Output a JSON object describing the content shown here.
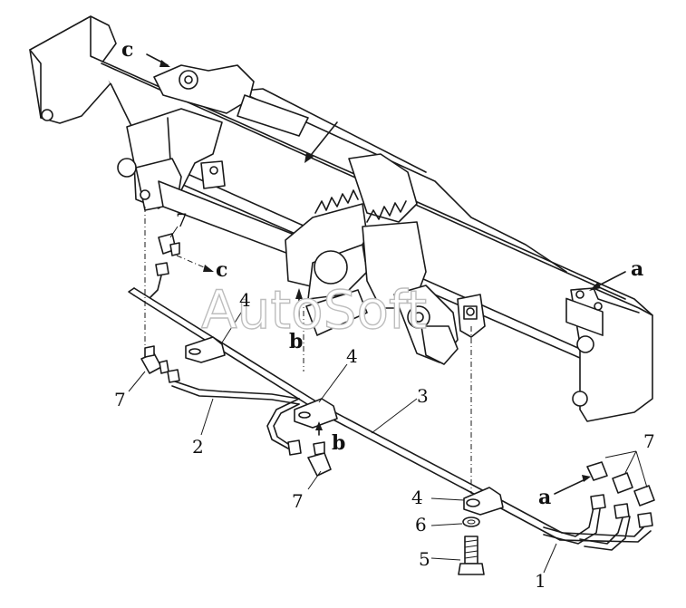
{
  "diagram": {
    "watermark": "AutoSoft",
    "callouts": {
      "c_top": "c",
      "c_mid": "c",
      "a_right": "a",
      "a_bottom": "a",
      "b_center": "b",
      "b_lower": "b"
    },
    "part_numbers": {
      "n7_top": "7",
      "n7_left": "7",
      "n7_bottom": "7",
      "n7_right": "7",
      "n4_left": "4",
      "n4_mid": "4",
      "n4_bottom": "4",
      "n3": "3",
      "n2": "2",
      "n6": "6",
      "n5": "5",
      "n1": "1"
    }
  }
}
